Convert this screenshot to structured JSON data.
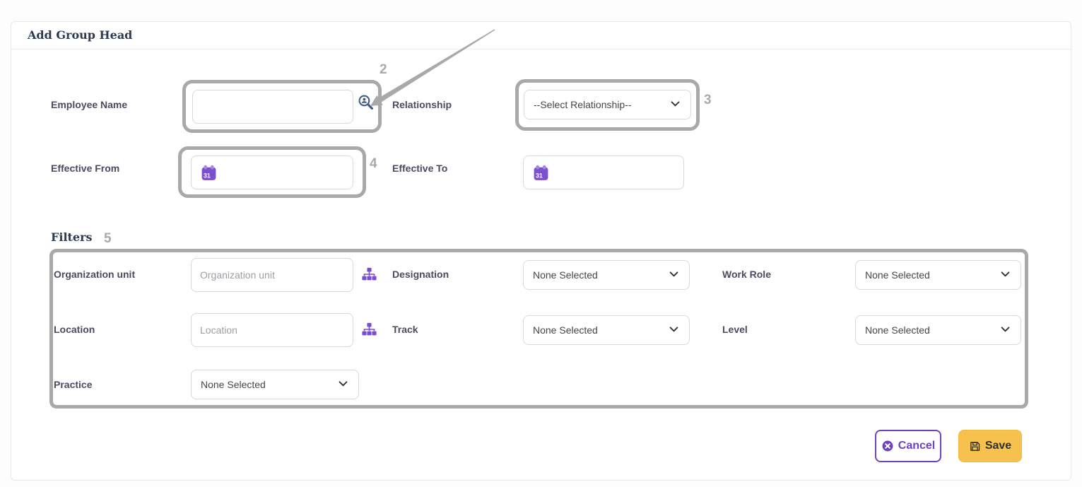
{
  "page": {
    "title": "Add Group Head"
  },
  "annotations": {
    "step2": "2",
    "step3": "3",
    "step4": "4",
    "step5": "5"
  },
  "form": {
    "employee_name": {
      "label": "Employee Name",
      "value": ""
    },
    "relationship": {
      "label": "Relationship",
      "selected": "--Select Relationship--"
    },
    "effective_from": {
      "label": "Effective From",
      "value": ""
    },
    "effective_to": {
      "label": "Effective To",
      "value": ""
    }
  },
  "filters": {
    "heading": "Filters",
    "organization_unit": {
      "label": "Organization unit",
      "placeholder": "Organization unit",
      "value": ""
    },
    "designation": {
      "label": "Designation",
      "selected": "None Selected"
    },
    "work_role": {
      "label": "Work Role",
      "selected": "None Selected"
    },
    "location": {
      "label": "Location",
      "placeholder": "Location",
      "value": ""
    },
    "track": {
      "label": "Track",
      "selected": "None Selected"
    },
    "level": {
      "label": "Level",
      "selected": "None Selected"
    },
    "practice": {
      "label": "Practice",
      "selected": "None Selected"
    }
  },
  "actions": {
    "cancel": "Cancel",
    "save": "Save"
  },
  "icons": {
    "employee_search": "user-search-icon",
    "date": "calendar-31-icon",
    "hierarchy": "sitemap-icon",
    "cancel": "circle-x-icon",
    "save": "floppy-disk-icon",
    "dropdown": "chevron-down-icon"
  },
  "colors": {
    "accent_purple": "#6f42c1",
    "icon_purple": "#7c4fd0",
    "save_amber": "#f6c14c",
    "annotation_gray": "#a9a9a9",
    "search_icon_blue": "#3d5c8c",
    "label_text": "#4a4a60"
  }
}
